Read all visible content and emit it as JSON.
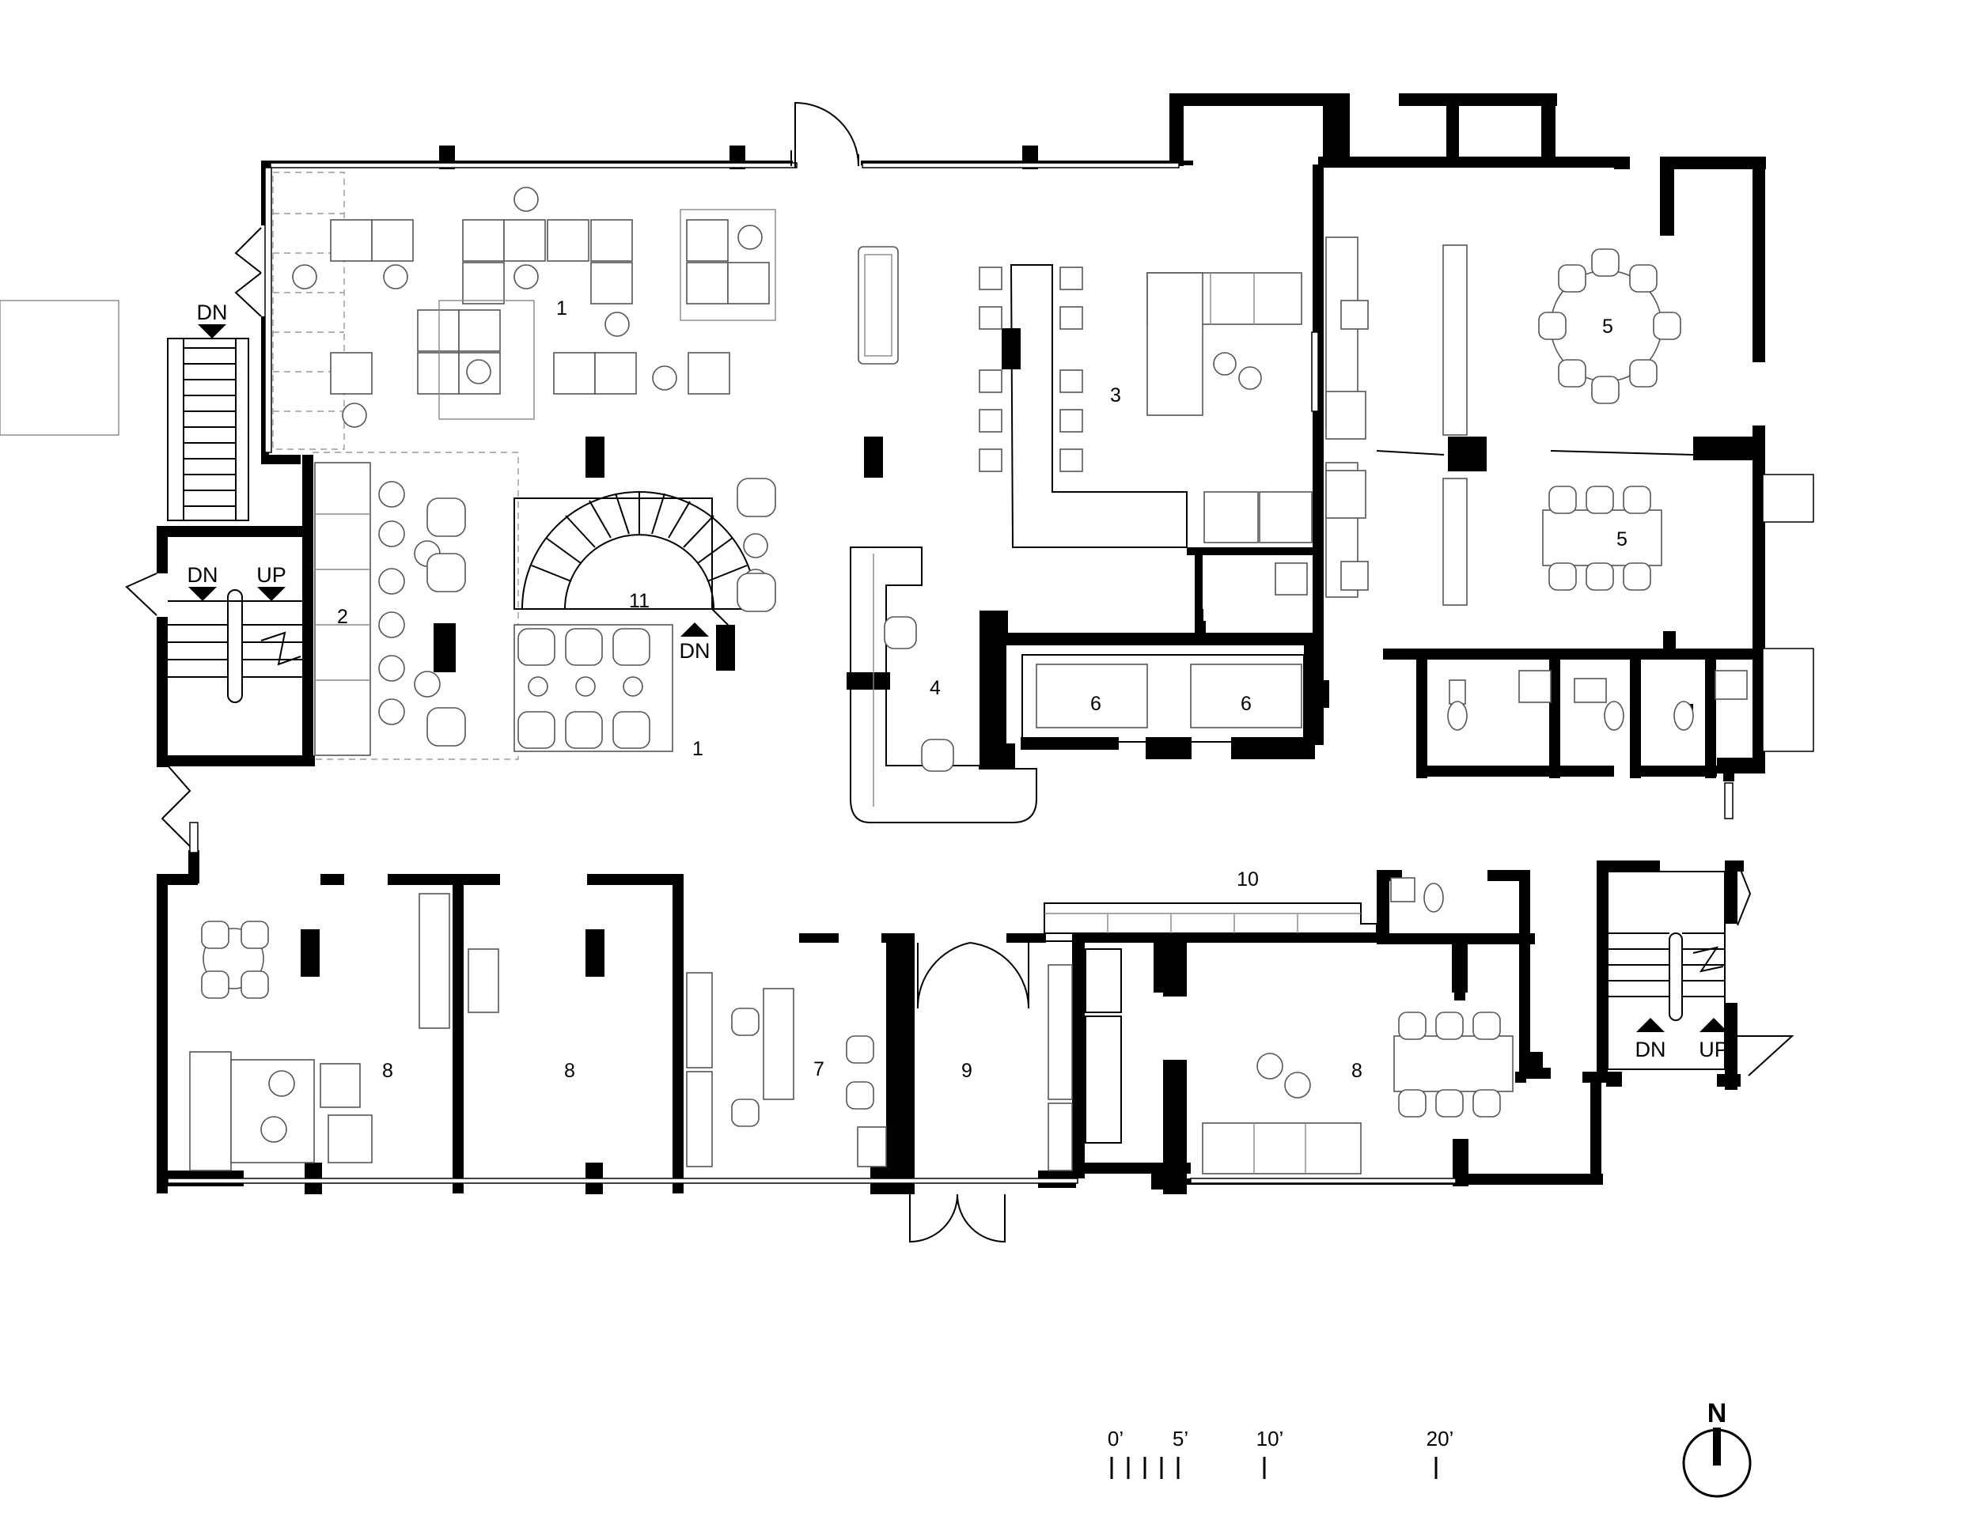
{
  "rooms": [
    {
      "id": "r1a",
      "label": "1"
    },
    {
      "id": "r1b",
      "label": "1"
    },
    {
      "id": "r2",
      "label": "2"
    },
    {
      "id": "r3",
      "label": "3"
    },
    {
      "id": "r4",
      "label": "4"
    },
    {
      "id": "r5a",
      "label": "5"
    },
    {
      "id": "r5b",
      "label": "5"
    },
    {
      "id": "r6a",
      "label": "6"
    },
    {
      "id": "r6b",
      "label": "6"
    },
    {
      "id": "r7",
      "label": "7"
    },
    {
      "id": "r8a",
      "label": "8"
    },
    {
      "id": "r8b",
      "label": "8"
    },
    {
      "id": "r8c",
      "label": "8"
    },
    {
      "id": "r9",
      "label": "9"
    },
    {
      "id": "r10",
      "label": "10"
    },
    {
      "id": "r11",
      "label": "11"
    }
  ],
  "stairs": {
    "nw_dn": "DN",
    "west_dn": "DN",
    "west_up": "UP",
    "spiral_dn": "DN",
    "east_dn": "DN",
    "east_up": "UP"
  },
  "scale": {
    "zero": "0’",
    "five": "5’",
    "ten": "10’",
    "twenty": "20’"
  },
  "north": "N"
}
